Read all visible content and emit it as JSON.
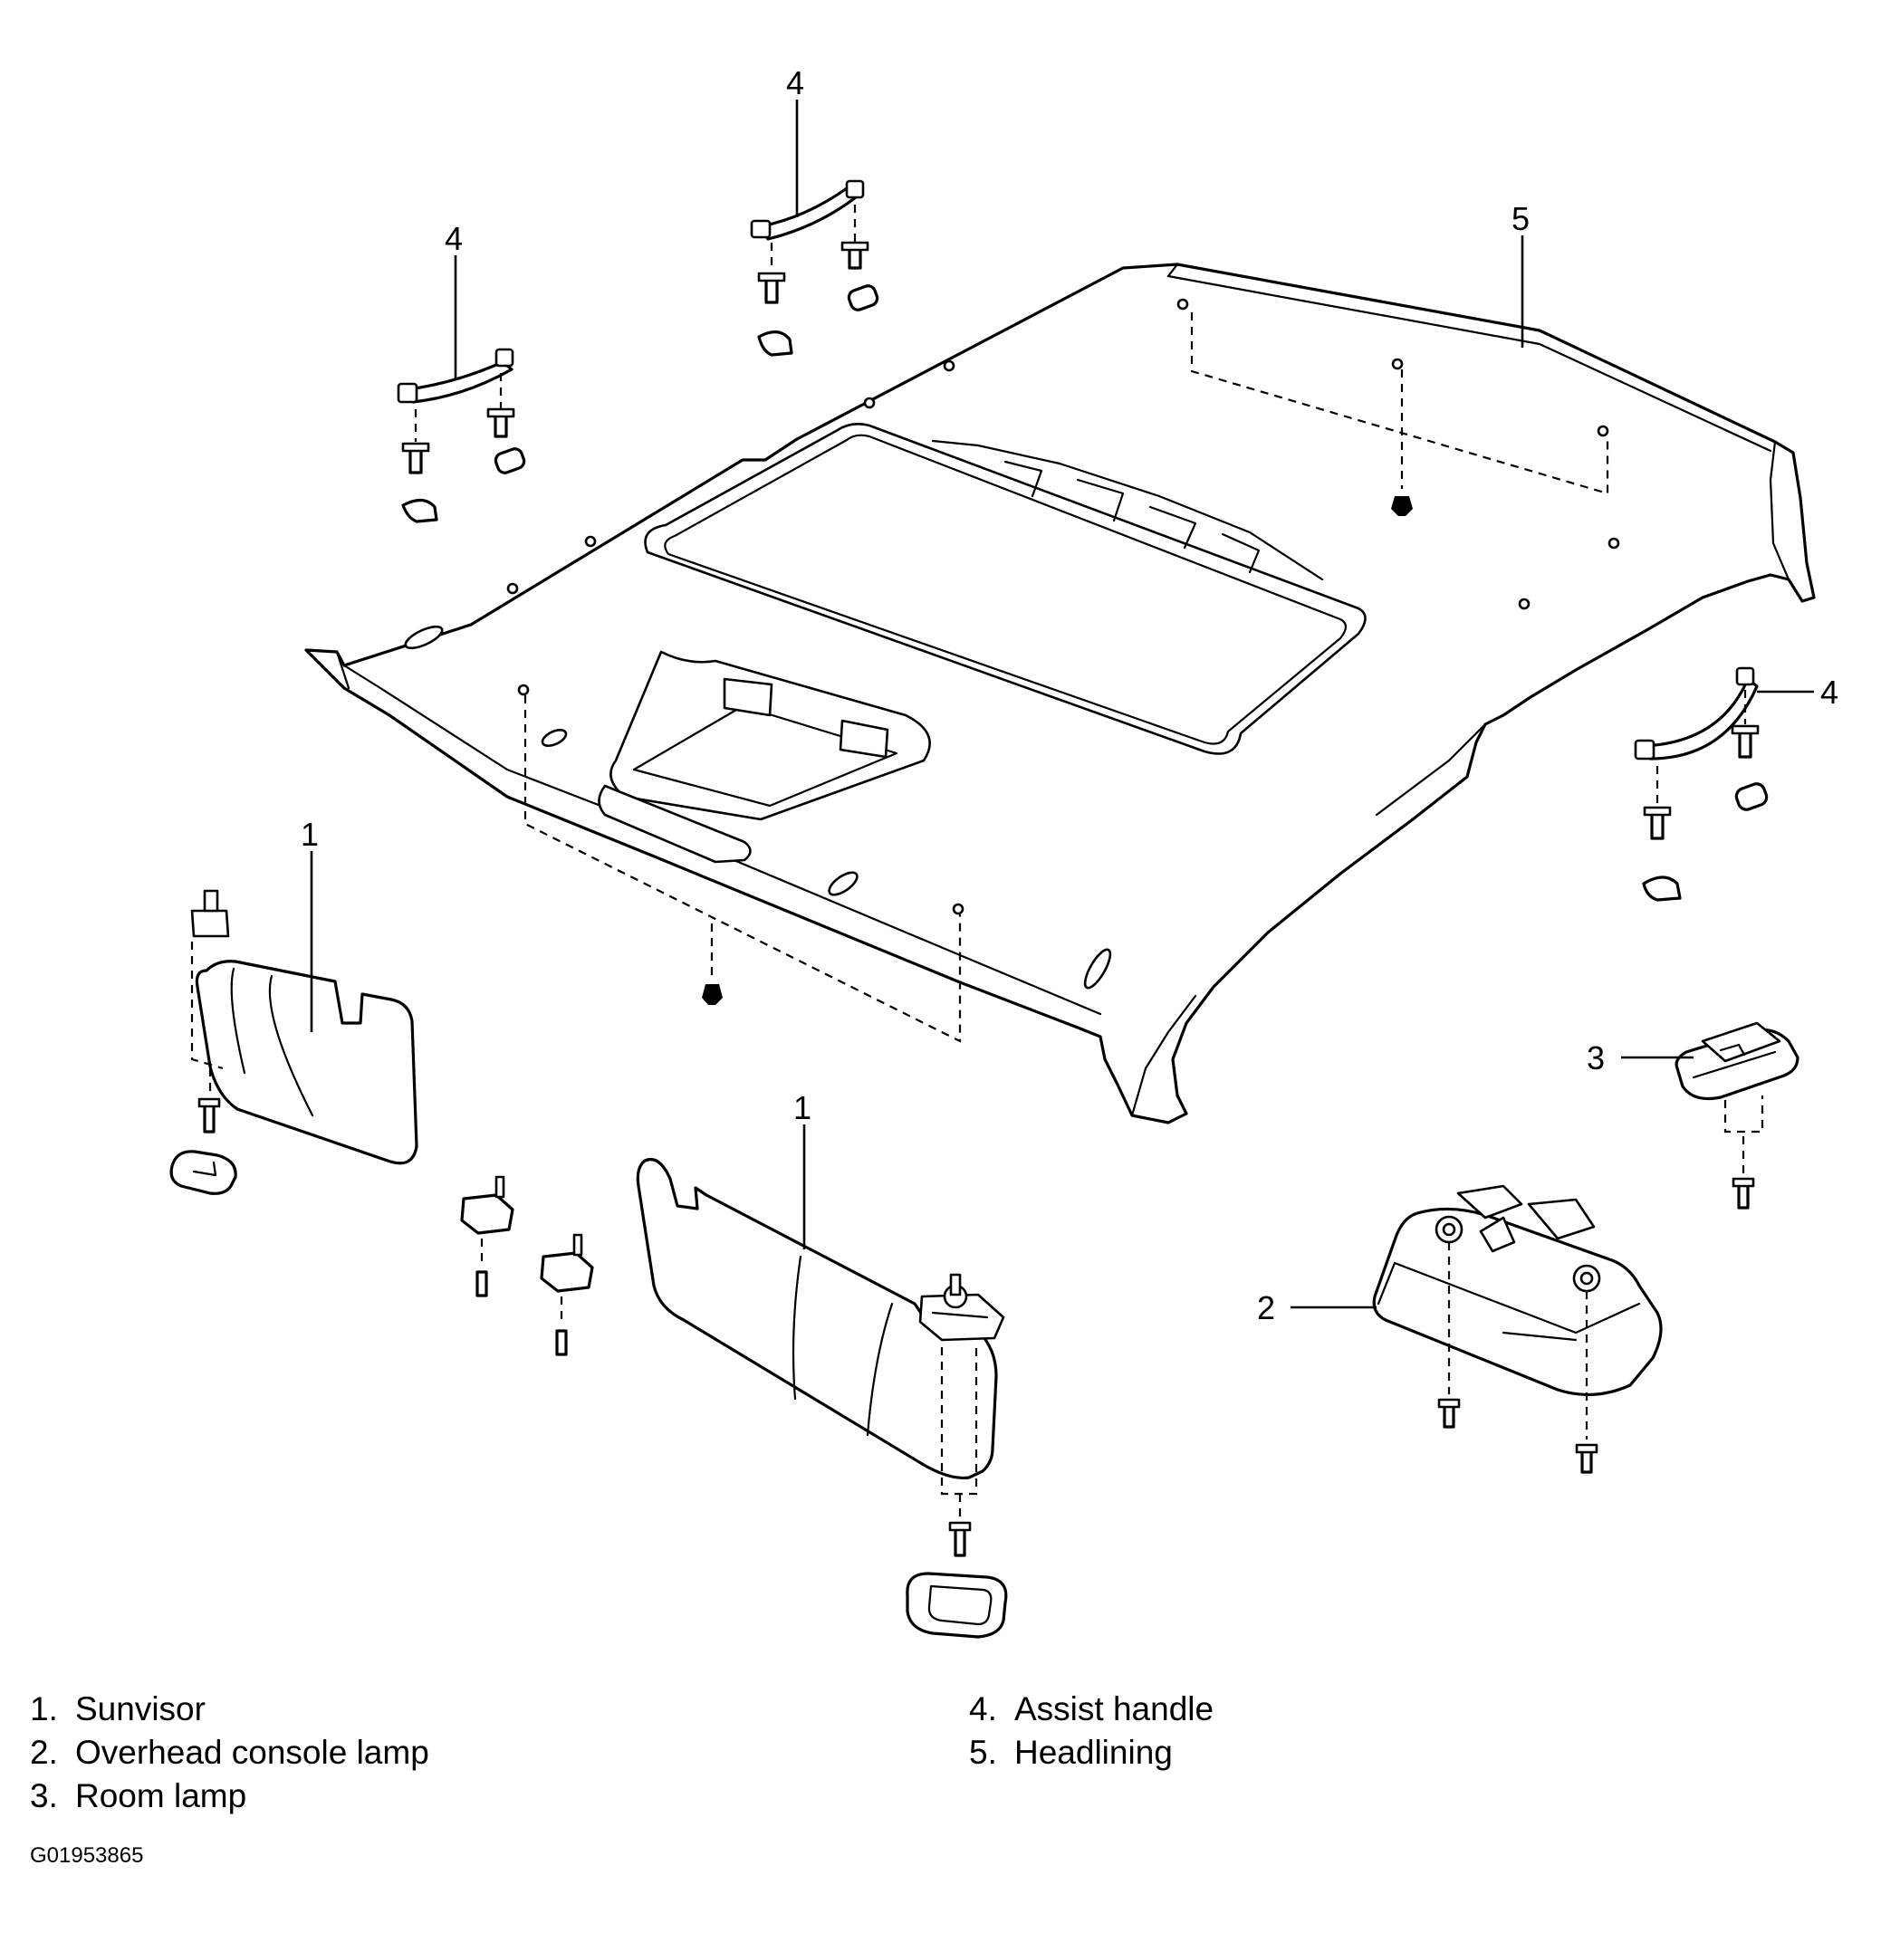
{
  "callouts": {
    "c4_top": "4",
    "c4_left": "4",
    "c5": "5",
    "c4_right": "4",
    "c1_left": "1",
    "c1_center": "1",
    "c3": "3",
    "c2": "2"
  },
  "legend": [
    {
      "num": "1.",
      "label": "Sunvisor"
    },
    {
      "num": "2.",
      "label": "Overhead console lamp"
    },
    {
      "num": "3.",
      "label": "Room lamp"
    },
    {
      "num": "4.",
      "label": "Assist handle"
    },
    {
      "num": "5.",
      "label": "Headlining"
    }
  ],
  "reference_code": "G01953865"
}
